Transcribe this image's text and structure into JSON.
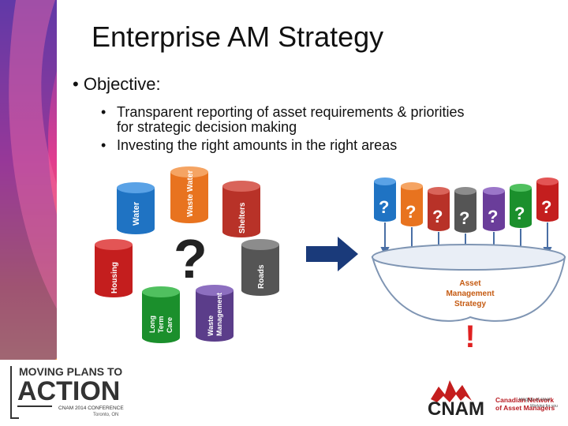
{
  "slide": {
    "title": "Enterprise AM Strategy",
    "bullet": "Objective:",
    "sub_bullets": [
      "Transparent reporting of asset requirements & priorities for strategic decision making",
      "Investing the right amounts in the right areas"
    ]
  },
  "diagram": {
    "left_barrels": [
      {
        "label": "Water",
        "color": "#1f73c3"
      },
      {
        "label": "Waste Water",
        "color": "#e8731f"
      },
      {
        "label": "Shelters",
        "color": "#b83228"
      },
      {
        "label": "Housing",
        "color": "#c41e1e"
      },
      {
        "label": "Roads",
        "color": "#555555"
      },
      {
        "label": "Long Term Care",
        "color": "#1b8f2c"
      },
      {
        "label": "Waste Management",
        "color": "#5b3d8a"
      }
    ],
    "left_symbol": "?",
    "arrow": "right-arrow",
    "right_barrel_symbol": "?",
    "right_barrel_colors": [
      "#1f73c3",
      "#e8731f",
      "#b83228",
      "#555555",
      "#6a3d9a",
      "#1b8f2c",
      "#c41e1e"
    ],
    "funnel_label": "Asset Management Strategy",
    "funnel_output": "!"
  },
  "footer": {
    "left_logo": {
      "line1": "MOVING PLANS TO",
      "line2": "ACTION",
      "line3": "CNAM 2014 CONFERENCE",
      "line4": "Toronto, ON"
    },
    "right_logo": {
      "acronym": "CNAM",
      "name_line1": "Canadian Network",
      "name_line2": "of Asset Managers",
      "overlay1": "Region of Peel",
      "overlay2": "Working for you"
    }
  }
}
